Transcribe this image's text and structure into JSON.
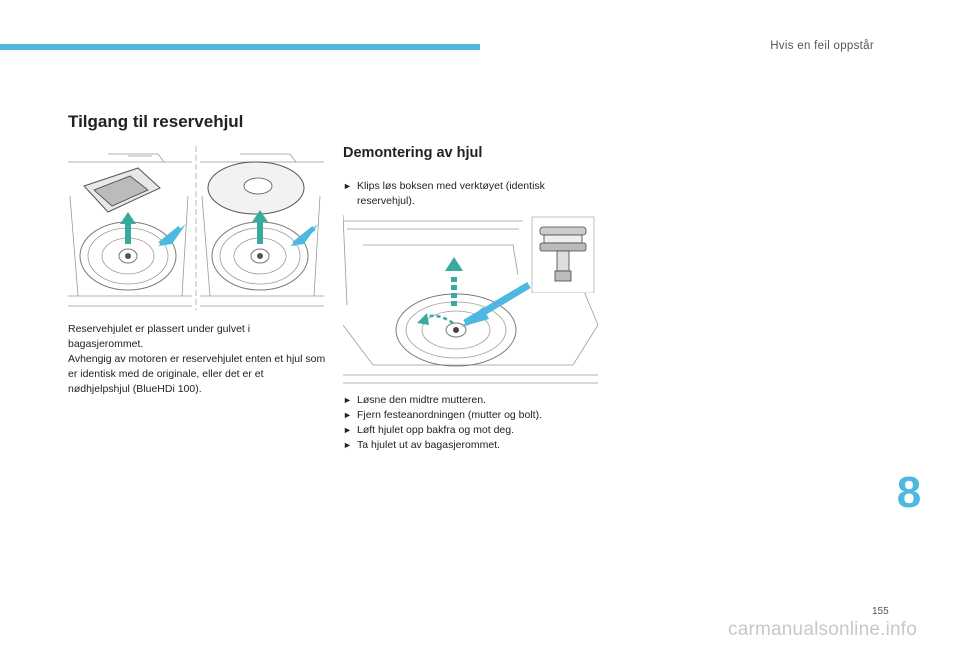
{
  "header": {
    "title": "Hvis en feil oppstår",
    "accent_color": "#4db8e0"
  },
  "section": {
    "title": "Tilgang til reservehjul",
    "paragraphs": [
      "Reservehjulet er plassert under gulvet i bagasjerommet.",
      "Avhengig av motoren er reservehjulet enten et hjul som er identisk med de originale, eller det er et nødhjelpshjul (BlueHDi 100)."
    ]
  },
  "removal": {
    "title": "Demontering av hjul",
    "bullet_icon": "arrow-marker-icon",
    "steps_top": [
      "Klips løs boksen med verktøyet (identisk reservehjul)."
    ],
    "steps_bottom": [
      "Løsne den midtre mutteren.",
      "Fjern festeanordningen (mutter og bolt).",
      "Løft hjulet opp bakfra og mot deg.",
      "Ta hjulet ut av bagasjerommet."
    ]
  },
  "chapter_number": "8",
  "page_number": "155",
  "watermark": "carmanualsonline.info",
  "colors": {
    "arrow_teal": "#3aa9a0",
    "arrow_blue": "#4db8e0"
  }
}
